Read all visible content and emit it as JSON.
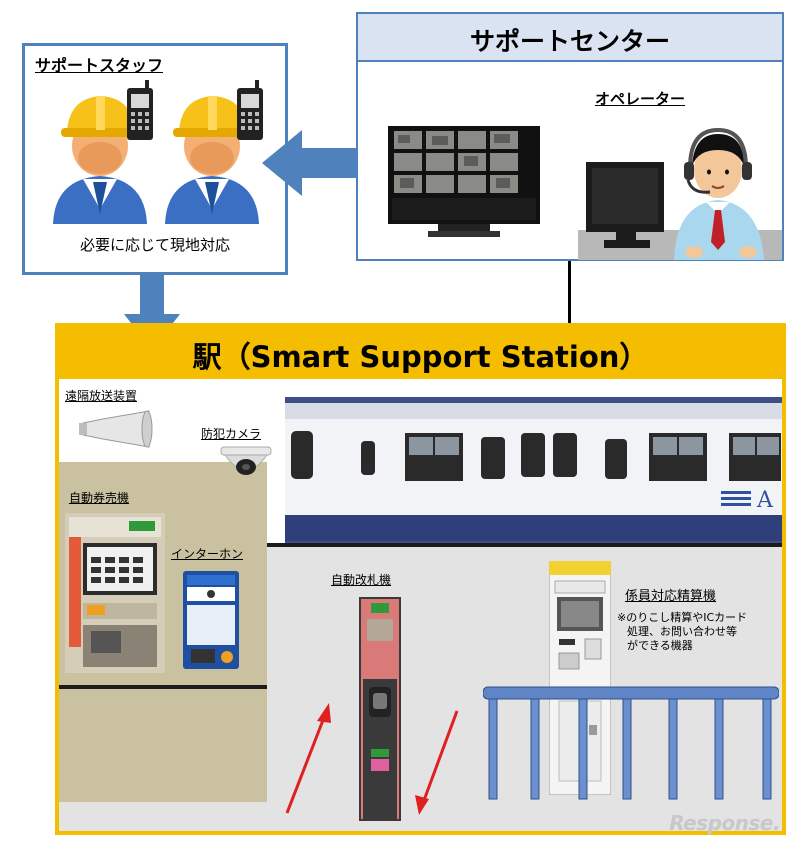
{
  "support_staff": {
    "title": "サポートスタッフ",
    "caption": "必要に応じて現地対応"
  },
  "support_center": {
    "title": "サポートセンター",
    "operator_label": "オペレーター"
  },
  "station": {
    "title": "駅（Smart Support Station）",
    "labels": {
      "broadcast": "遠隔放送装置",
      "camera": "防犯カメラ",
      "ticket_machine": "自動券売機",
      "intercom": "インターホン",
      "gate": "自動改札機",
      "fare_adjust": "係員対応精算機"
    },
    "fare_adjust_note": [
      "※のりこし精算やICカード",
      "処理、お問い合わせ等",
      "ができる機器"
    ]
  },
  "watermark": "Response.",
  "colors": {
    "blue_border": "#4f81bd",
    "arrow_blue": "#4f81bd",
    "station_yellow": "#f4bd00",
    "flow_red": "#e02020"
  }
}
